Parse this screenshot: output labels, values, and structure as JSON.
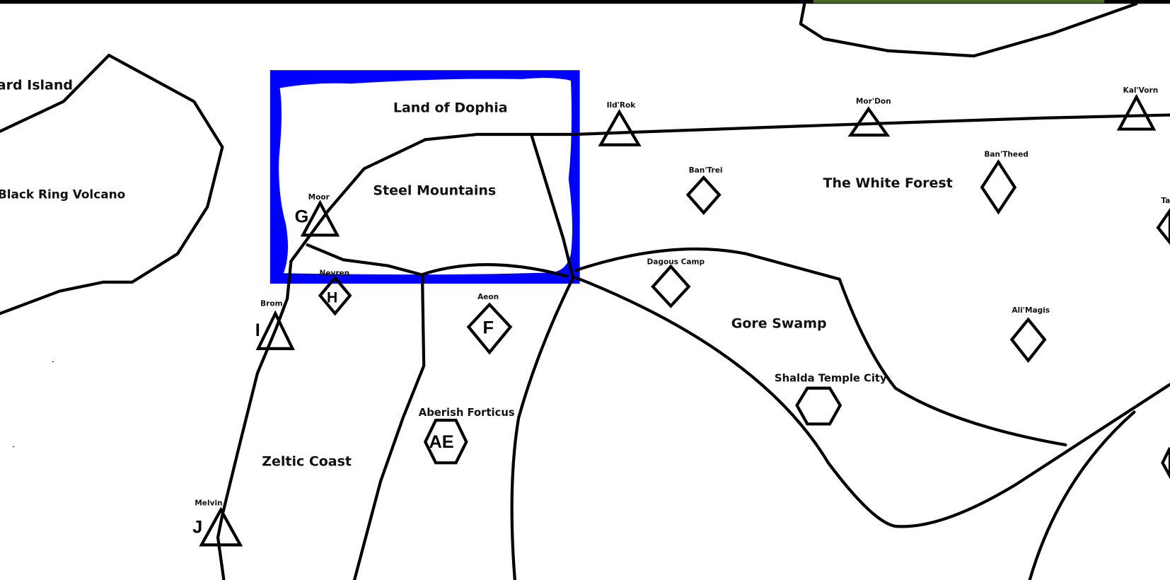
{
  "map": {
    "colors": {
      "highlight": "#0000ff",
      "lines": "#000000",
      "background": "#ffffff"
    },
    "regions": {
      "island": "ard Island",
      "volcano": "Black Ring Volcano",
      "dophia": "Land of Dophia",
      "steel": "Steel Mountains",
      "forest": "The White Forest",
      "swamp": "Gore Swamp",
      "zeltic": "Zeltic Coast",
      "shalda": "Shalda Temple City",
      "aberish": "Aberish Forticus"
    },
    "towns": {
      "moor": {
        "name": "Moor",
        "letter": "G",
        "icon": "triangle"
      },
      "nevren": {
        "name": "Nevren",
        "letter": "H",
        "icon": "diamond"
      },
      "brom": {
        "name": "Brom",
        "letter": "I",
        "icon": "triangle"
      },
      "melvin": {
        "name": "Melvin",
        "letter": "J",
        "icon": "triangle"
      },
      "aeon": {
        "name": "Aeon",
        "letter": "F",
        "icon": "diamond"
      },
      "aberish": {
        "letter": "AE",
        "icon": "hexagon"
      },
      "shalda": {
        "icon": "hexagon"
      },
      "ildrok": {
        "name": "Ild'Rok",
        "icon": "triangle"
      },
      "mordon": {
        "name": "Mor'Don",
        "icon": "triangle"
      },
      "kalvorn": {
        "name": "Kal'Vorn",
        "icon": "triangle"
      },
      "bantrei": {
        "name": "Ban'Trei",
        "icon": "diamond"
      },
      "bantheed": {
        "name": "Ban'Theed",
        "icon": "diamond"
      },
      "dagous": {
        "name": "Dagous Camp",
        "icon": "diamond"
      },
      "alimagis": {
        "name": "Ali'Magis",
        "icon": "diamond"
      },
      "ta": {
        "name": "Ta",
        "icon": "diamond"
      }
    }
  }
}
